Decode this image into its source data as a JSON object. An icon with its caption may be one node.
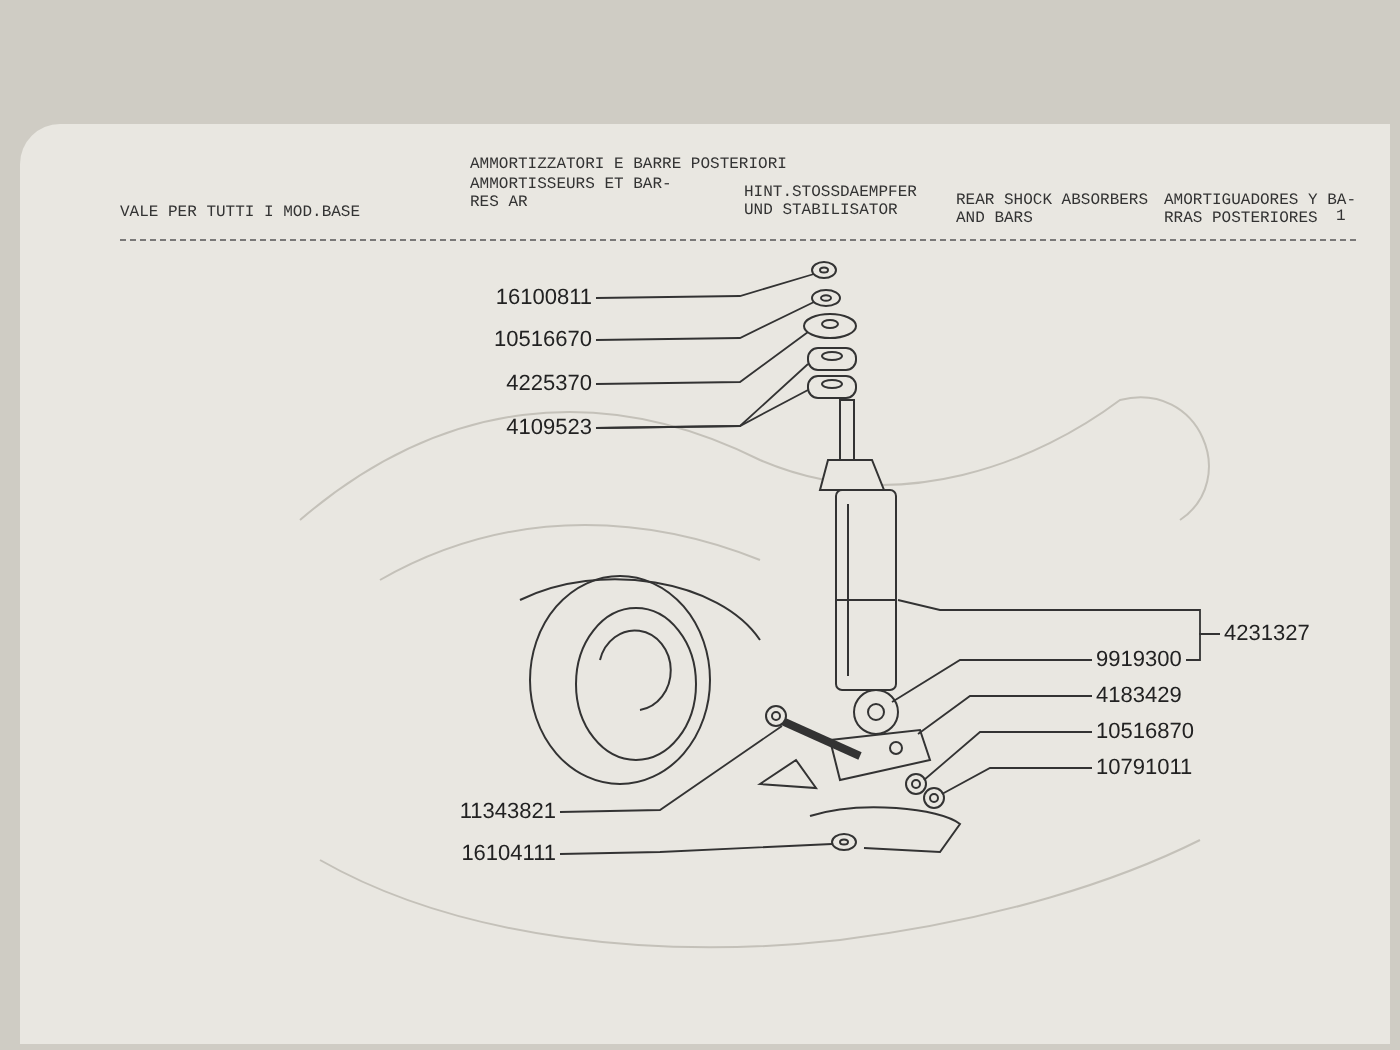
{
  "diagram": {
    "nodes": [
      {
        "text": [
          "16100811"
        ]
      },
      {
        "text": [
          "10516670"
        ]
      },
      {
        "text": [
          "4225370"
        ]
      },
      {
        "text": [
          "4109523"
        ]
      },
      {
        "text": [
          "4231327"
        ]
      },
      {
        "text": [
          "9919300"
        ]
      },
      {
        "text": [
          "4183429"
        ]
      },
      {
        "text": [
          "10516870"
        ]
      },
      {
        "text": [
          "10791011"
        ]
      },
      {
        "text": [
          "11343821"
        ]
      },
      {
        "text": [
          "16104111"
        ]
      },
      {
        "text": [],
        "shape": "picture"
      },
      {
        "text": [],
        "shape": "picture"
      },
      {
        "text": [],
        "shape": "picture"
      },
      {
        "text": [],
        "shape": "picture"
      },
      {
        "text": [],
        "shape": "picture"
      },
      {
        "text": [],
        "shape": "picture"
      },
      {
        "text": [],
        "shape": "picture"
      },
      {
        "text": [],
        "shape": "picture"
      },
      {
        "text": [],
        "shape": "picture"
      },
      {
        "text": [],
        "shape": "picture"
      },
      {
        "text": [],
        "shape": "picture"
      },
      {
        "text": [],
        "shape": "picture"
      }
    ],
    "edges": [
      {
        "from": 0,
        "to": 11,
        "arrow": "none"
      },
      {
        "from": 1,
        "to": 12,
        "arrow": "none"
      },
      {
        "from": 2,
        "to": 13,
        "arrow": "none"
      },
      {
        "from": 3,
        "to": 14,
        "arrow": "none"
      },
      {
        "from": 3,
        "to": 15,
        "arrow": "none"
      },
      {
        "from": 4,
        "to": 16,
        "arrow": "none"
      },
      {
        "from": 4,
        "to": 5,
        "arrow": "none"
      },
      {
        "from": 5,
        "to": 18,
        "arrow": "none"
      },
      {
        "from": 6,
        "to": 19,
        "arrow": "none"
      },
      {
        "from": 7,
        "to": 20,
        "arrow": "none"
      },
      {
        "from": 8,
        "to": 21,
        "arrow": "none"
      },
      {
        "from": 9,
        "to": 17,
        "arrow": "none"
      },
      {
        "from": 10,
        "to": 22,
        "arrow": "none"
      }
    ],
    "labels": [
      "AMMORTIZZATORI E BARRE POSTERIORI",
      "AMMORTISSEURS ET BAR- RES AR",
      "VALE PER TUTTI I MOD.BASE",
      "HINT.STOSSDAEMPFER UND STABILISATOR",
      "REAR SHOCK ABSORBERS AND BARS",
      "AMORTIGUADORES Y BA- RRAS POSTERIORES",
      "1"
    ]
  }
}
